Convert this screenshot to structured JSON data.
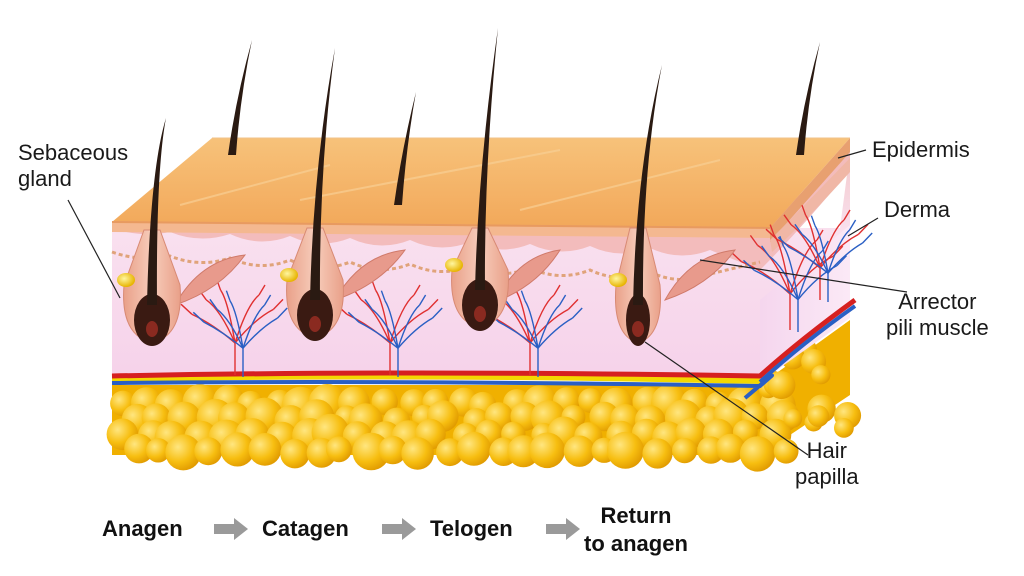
{
  "labels": {
    "sebaceous_gland": "Sebaceous\ngland",
    "epidermis": "Epidermis",
    "derma": "Derma",
    "arrector_pili_muscle": "Arrector\npili muscle",
    "hair_papilla": "Hair\npapilla"
  },
  "cycle": {
    "stages": [
      "Anagen",
      "Catagen",
      "Telogen",
      "Return\nto anagen"
    ]
  },
  "colors": {
    "epidermis_top": "#f6b866",
    "epidermis_front": "#f4c7a6",
    "derma": "#f7dcef",
    "fat": "#f5b400",
    "artery": "#d62020",
    "vein": "#2a5fc4",
    "hair": "#2a1a12",
    "arrow": "#9a9a9a"
  }
}
